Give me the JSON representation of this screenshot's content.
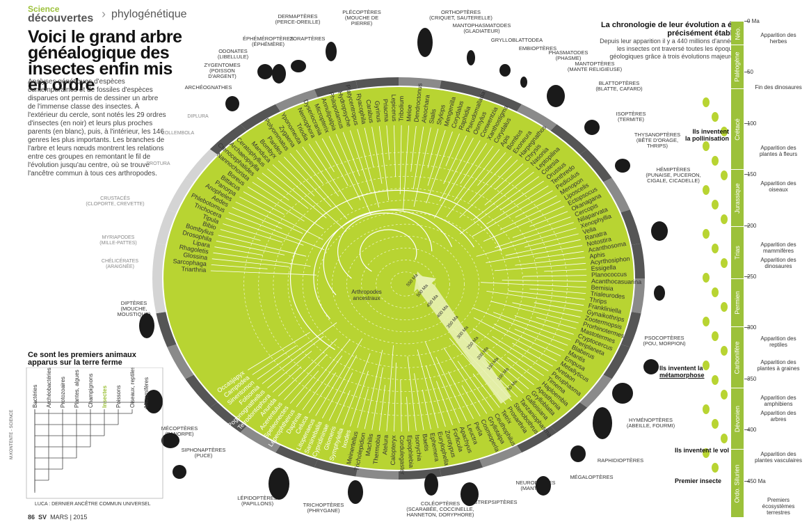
{
  "header": {
    "brand_line1": "Science",
    "brand_line2": "découvertes",
    "section": "phylogénétique"
  },
  "headline": "Voici le grand arbre généalogique des insectes enfin mis en ordre",
  "intro": "Analyses génétiques d'espèces contemporaines et de fossiles d'espèces disparues ont permis de dessiner un arbre de l'immense classe des insectes. À l'extérieur du cercle, sont notés les 29 ordres d'insectes (en noir) et leurs plus proches parents (en blanc), puis, à l'intérieur, les 146 genres les plus importants. Les branches de l'arbre et leurs nœuds montrent les relations entre ces groupes en remontant le fil de l'évolution jusqu'au centre, où se trouve l'ancêtre commun à tous ces arthropodes.",
  "tree": {
    "root_label_1": "Arthropodes",
    "root_label_2": "ancestraux",
    "age_labels": [
      "550 Ma",
      "500 Ma",
      "450 Ma",
      "400 Ma",
      "350 Ma",
      "300 Ma",
      "250 Ma",
      "200 Ma",
      "150 Ma",
      "100 Ma",
      "50 Ma"
    ],
    "genera": [
      "Triarthria",
      "Sarcophaga",
      "Glossina",
      "Rhagoletis",
      "Lipara",
      "Drosophila",
      "Bombylius",
      "Bibio",
      "Tipula",
      "Trichocera",
      "Phlebotomus",
      "Aedes",
      "Anopheles",
      "Panorpa",
      "Bittacus",
      "Boreus",
      "Nannochorista",
      "Ctenocephalides",
      "Archaeopsylla",
      "Ceratophyllus",
      "Manduca",
      "Bombyx",
      "Parides",
      "Polyommatus",
      "Zygaena",
      "Yponomeuta",
      "Triodia",
      "Nemophora",
      "Dyseriocrania",
      "Micropterix",
      "Annulipalpia",
      "Philopotamus",
      "Hydropsyche",
      "Platycentropus",
      "Ryacophila",
      "Carabus",
      "Gyrinus",
      "Priacma",
      "Lepicerus",
      "Tribolium",
      "Meloe",
      "Dendroctonus",
      "Aleochara",
      "Sialis",
      "Stylops",
      "Mengenilla",
      "Corydalus",
      "Raphidia",
      "Pseudomallada",
      "Osmylus",
      "Conwentzia",
      "Xanthostigma",
      "Corydalus",
      "Apis",
      "Bombus",
      "Exoneura",
      "Harpegnathos",
      "Chrysis",
      "Nasonia",
      "Leptopilina",
      "Cotesia",
      "Orussus",
      "Tenthredo",
      "Pediculus",
      "Menopon",
      "Liposcelis",
      "Ectopsocus",
      "Okanagana",
      "Cercopis",
      "Nilaparvata",
      "Xenophyllia",
      "Velia",
      "Ranatra",
      "Notostira",
      "Acanthosoma",
      "Aphis",
      "Acyrthosiphon",
      "Essigella",
      "Planococcus",
      "Acanthocasuarina",
      "Bemisia",
      "Trialeurodes",
      "Thrips",
      "Frankliniella",
      "Gynaikothrips",
      "Zootermopsis",
      "Prorhinotermes",
      "Mastotermes",
      "Cryptocercus",
      "Periplaneta",
      "Blaberus",
      "Mantis",
      "Empusa",
      "Metallyticus",
      "Aretaon",
      "Peruphasma",
      "Timema",
      "Haploembia",
      "Aposthonia",
      "Grylloblatta",
      "Galloisiana",
      "Tanzaniophasma",
      "Stenobothrus",
      "Prosarthria",
      "Tetrix",
      "Ceuthophilus",
      "Gryllotalpa",
      "Cosmioperla",
      "Perla",
      "Leuctra",
      "Apachyus",
      "Forficula",
      "Zorotypus",
      "Eurylophella",
      "Ephemera",
      "Baetis",
      "Isonychia",
      "Epiophlebia",
      "Cordulegaster",
      "Calopteryx",
      "Atelura",
      "Thermobia",
      "Machilis",
      "Tricholepidion",
      "Meinertellus"
    ],
    "orders": [
      {
        "name": "DERMAPTÈRES",
        "common": "(PERCE-OREILLE)"
      },
      {
        "name": "PLÉCOPTÈRES",
        "common": "(MOUCHE DE PIERRE)"
      },
      {
        "name": "ORTHOPTÈRES",
        "common": "(CRIQUET, SAUTERELLE)"
      },
      {
        "name": "MANTOPHASMATODES",
        "common": "(GLADIATEUR)"
      },
      {
        "name": "GRYLLOBLATTODEA",
        "common": ""
      },
      {
        "name": "EMBIOPTÈRES",
        "common": ""
      },
      {
        "name": "PHASMATODES",
        "common": "(PHASME)"
      },
      {
        "name": "MANTOPTÈRES",
        "common": "(MANTE RELIGIEUSE)"
      },
      {
        "name": "BLATTOPTÈRES",
        "common": "(BLATTE, CAFARD)"
      },
      {
        "name": "ISOPTÈRES",
        "common": "(TERMITE)"
      },
      {
        "name": "THYSANOPTÈRES",
        "common": "(BÊTE D'ORAGE, THRIPS)"
      },
      {
        "name": "HÉMIPTÈRES",
        "common": "(PUNAISE, PUCERON, CIGALE, CICADELLE)"
      },
      {
        "name": "PSOCOPTÈRES",
        "common": "(POU, MORPION)"
      },
      {
        "name": "HYMÉNOPTÈRES",
        "common": "(ABEILLE, FOURMI)"
      },
      {
        "name": "RAPHIDIOPTÈRES",
        "common": ""
      },
      {
        "name": "MÉGALOPTÈRES",
        "common": ""
      },
      {
        "name": "NEUROPTÈRES",
        "common": "(MANTISPE)"
      },
      {
        "name": "STREPSIPTÈRES",
        "common": ""
      },
      {
        "name": "COLÉOPTÈRES",
        "common": "(SCARABÉE, COCCINELLE, HANNETON, DORYPHORE)"
      },
      {
        "name": "TRICHOPTÈRES",
        "common": "(PHRYGANE)"
      },
      {
        "name": "LÉPIDOPTÈRES",
        "common": "(PAPILLONS)"
      },
      {
        "name": "SIPHONAPTÈRES",
        "common": "(PUCE)"
      },
      {
        "name": "MÉCOPTÈRES",
        "common": "(PANORPE)"
      },
      {
        "name": "DIPTÈRES",
        "common": "(MOUCHE, MOUSTIQUE)"
      },
      {
        "name": "ARCHÉOGNATHES",
        "common": ""
      },
      {
        "name": "ZYGENTOMES",
        "common": "(POISSON D'ARGENT)"
      },
      {
        "name": "ODONATES",
        "common": "(LIBELLULE)"
      },
      {
        "name": "ÉPHÉMÉROPTÈRES",
        "common": "(ÉPHÉMÈRE)"
      },
      {
        "name": "ZORAPTÈRES",
        "common": ""
      }
    ],
    "relatives": [
      {
        "name": "DIPLURA",
        "common": ""
      },
      {
        "name": "COLLEMBOLA",
        "common": ""
      },
      {
        "name": "PROTURA",
        "common": ""
      },
      {
        "name": "CRUSTACÉS",
        "common": "(CLOPORTE, CREVETTE)"
      },
      {
        "name": "MYRIAPODES",
        "common": "(MILLE-PATTES)"
      },
      {
        "name": "CHÉLICÉRATES",
        "common": "(ARAIGNÉE)"
      }
    ],
    "relative_genera": [
      "Ixodes",
      "Symphylella",
      "Glomeris",
      "Cypridininae",
      "Sarsinebalia",
      "Litopenaeus",
      "Celuca",
      "Daphnia",
      "Lepeophtheirus",
      "Speleonectes",
      "Acerentulus",
      "Anurida",
      "Tetrodontophora",
      "Pogonognathellus",
      "Folsomia",
      "Sinentomon",
      "Campodea",
      "Occasjapyx"
    ]
  },
  "timeline": {
    "title": "La chronologie de leur évolution a été précisément établie",
    "description": "Depuis leur apparition il y a 440 millions d'années, les insectes ont traversé toutes les époques géologiques grâce à trois évolutions majeures.",
    "eras": [
      {
        "name": "Néo.",
        "from": 0,
        "to": 23
      },
      {
        "name": "Paléogène",
        "from": 23,
        "to": 66
      },
      {
        "name": "Crétacé",
        "from": 66,
        "to": 145
      },
      {
        "name": "Jurassique",
        "from": 145,
        "to": 201
      },
      {
        "name": "Trias",
        "from": 201,
        "to": 252
      },
      {
        "name": "Permien",
        "from": 252,
        "to": 299
      },
      {
        "name": "Carbonifère",
        "from": 299,
        "to": 359
      },
      {
        "name": "Dévonien",
        "from": 359,
        "to": 419
      },
      {
        "name": "Ordo. Silurien",
        "from": 419,
        "to": 485
      }
    ],
    "ticks": [
      {
        "ma": 0,
        "label": "0 Ma"
      },
      {
        "ma": 50,
        "label": "50"
      },
      {
        "ma": 100,
        "label": "100"
      },
      {
        "ma": 150,
        "label": "150"
      },
      {
        "ma": 200,
        "label": "200"
      },
      {
        "ma": 250,
        "label": "250"
      },
      {
        "ma": 300,
        "label": "300"
      },
      {
        "ma": 350,
        "label": "350"
      },
      {
        "ma": 400,
        "label": "400"
      },
      {
        "ma": 450,
        "label": "450 Ma"
      }
    ],
    "events": [
      {
        "ma": 15,
        "text": "Apparition des herbes"
      },
      {
        "ma": 66,
        "text": "Fin des dinosaures"
      },
      {
        "ma": 125,
        "text": "Apparition des plantes à fleurs"
      },
      {
        "ma": 160,
        "text": "Apparition des oiseaux"
      },
      {
        "ma": 220,
        "text": "Apparition des mammifères"
      },
      {
        "ma": 235,
        "text": "Apparition des dinosaures"
      },
      {
        "ma": 312,
        "text": "Apparition des reptiles"
      },
      {
        "ma": 335,
        "text": "Apparition des plantes à graines"
      },
      {
        "ma": 370,
        "text": "Apparition des amphibiens"
      },
      {
        "ma": 385,
        "text": "Apparition des arbres"
      },
      {
        "ma": 425,
        "text": "Apparition des plantes vasculaires"
      },
      {
        "ma": 470,
        "text": "Premiers écosystèmes terrestres"
      }
    ],
    "milestones": [
      {
        "line1": "Ils inventent",
        "line2": "la pollinisation"
      },
      {
        "line1": "Ils inventent la",
        "line2": "métamorphose"
      },
      {
        "line1": "Ils inventent le vol",
        "line2": ""
      },
      {
        "line1": "Premier insecte",
        "line2": ""
      }
    ]
  },
  "first_animals": {
    "title": "Ce sont les premiers animaux apparus sur la terre ferme",
    "taxa": [
      "Bactéries",
      "Archéobactéries",
      "Protozoaires",
      "Plantes, algues",
      "Champignons",
      "Insectes",
      "Poissons",
      "Oiseaux, reptiles",
      "Mammifères"
    ],
    "luca": "LUCA : DERNIER ANCÊTRE COMMUN UNIVERSEL"
  },
  "footer": {
    "page": "86",
    "magazine": "SV",
    "date": "MARS | 2015",
    "credit": "M.KONTENTE - SCIENCE"
  },
  "colors": {
    "tree_green": "#b8d432",
    "accent_green": "#9cc13a",
    "ring_dark": "#555555",
    "ring_light": "#c8c8c8"
  }
}
